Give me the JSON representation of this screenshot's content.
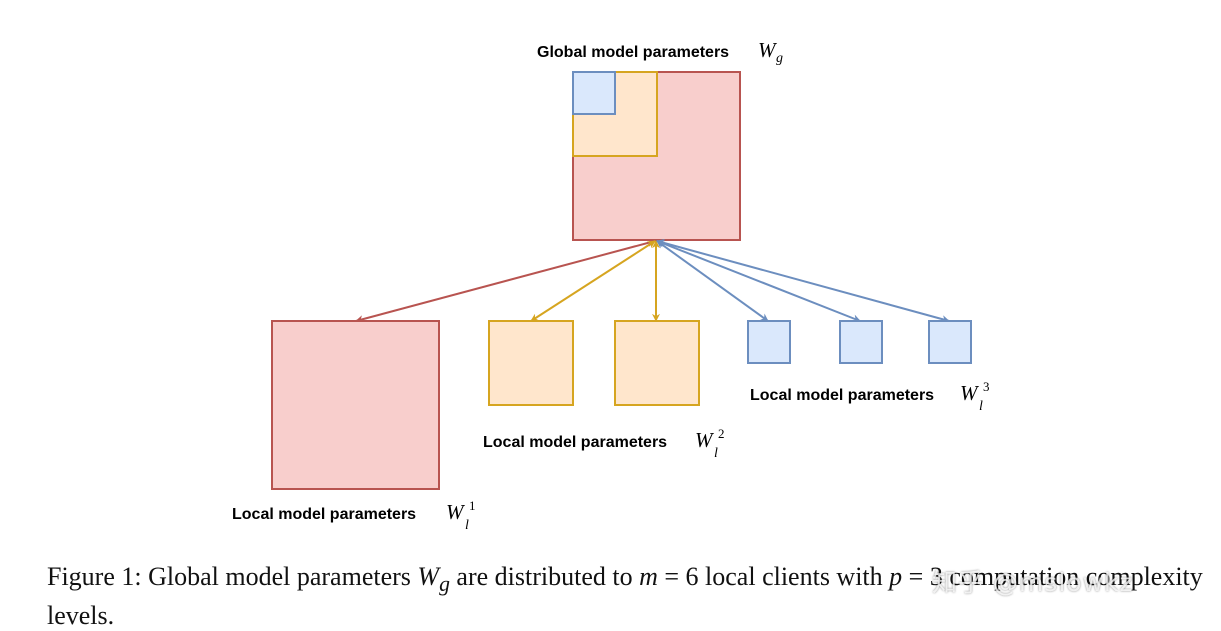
{
  "diagram": {
    "global": {
      "label": "Global model parameters",
      "symbol": "W",
      "subscript": "g"
    },
    "local": [
      {
        "label": "Local model parameters",
        "symbol": "W",
        "subscript": "l",
        "superscript": "1"
      },
      {
        "label": "Local model parameters",
        "symbol": "W",
        "subscript": "l",
        "superscript": "2"
      },
      {
        "label": "Local model parameters",
        "symbol": "W",
        "subscript": "l",
        "superscript": "3"
      }
    ],
    "colors": {
      "red_fill": "#f8cecc",
      "red_stroke": "#b85450",
      "orange_fill": "#ffe6cc",
      "orange_stroke": "#d6a520",
      "blue_fill": "#dae8fc",
      "blue_stroke": "#6c8ebf"
    }
  },
  "caption": {
    "figure_label": "Figure 1:",
    "text_a": "Global model parameters",
    "sym_w": "W",
    "sym_g": "g",
    "text_b": "are distributed to",
    "sym_m": "m",
    "text_c": "= 6 local clients with",
    "sym_p": "p",
    "text_d": "= 3 computation complexity levels."
  },
  "watermark": "知乎 @mslowkz"
}
